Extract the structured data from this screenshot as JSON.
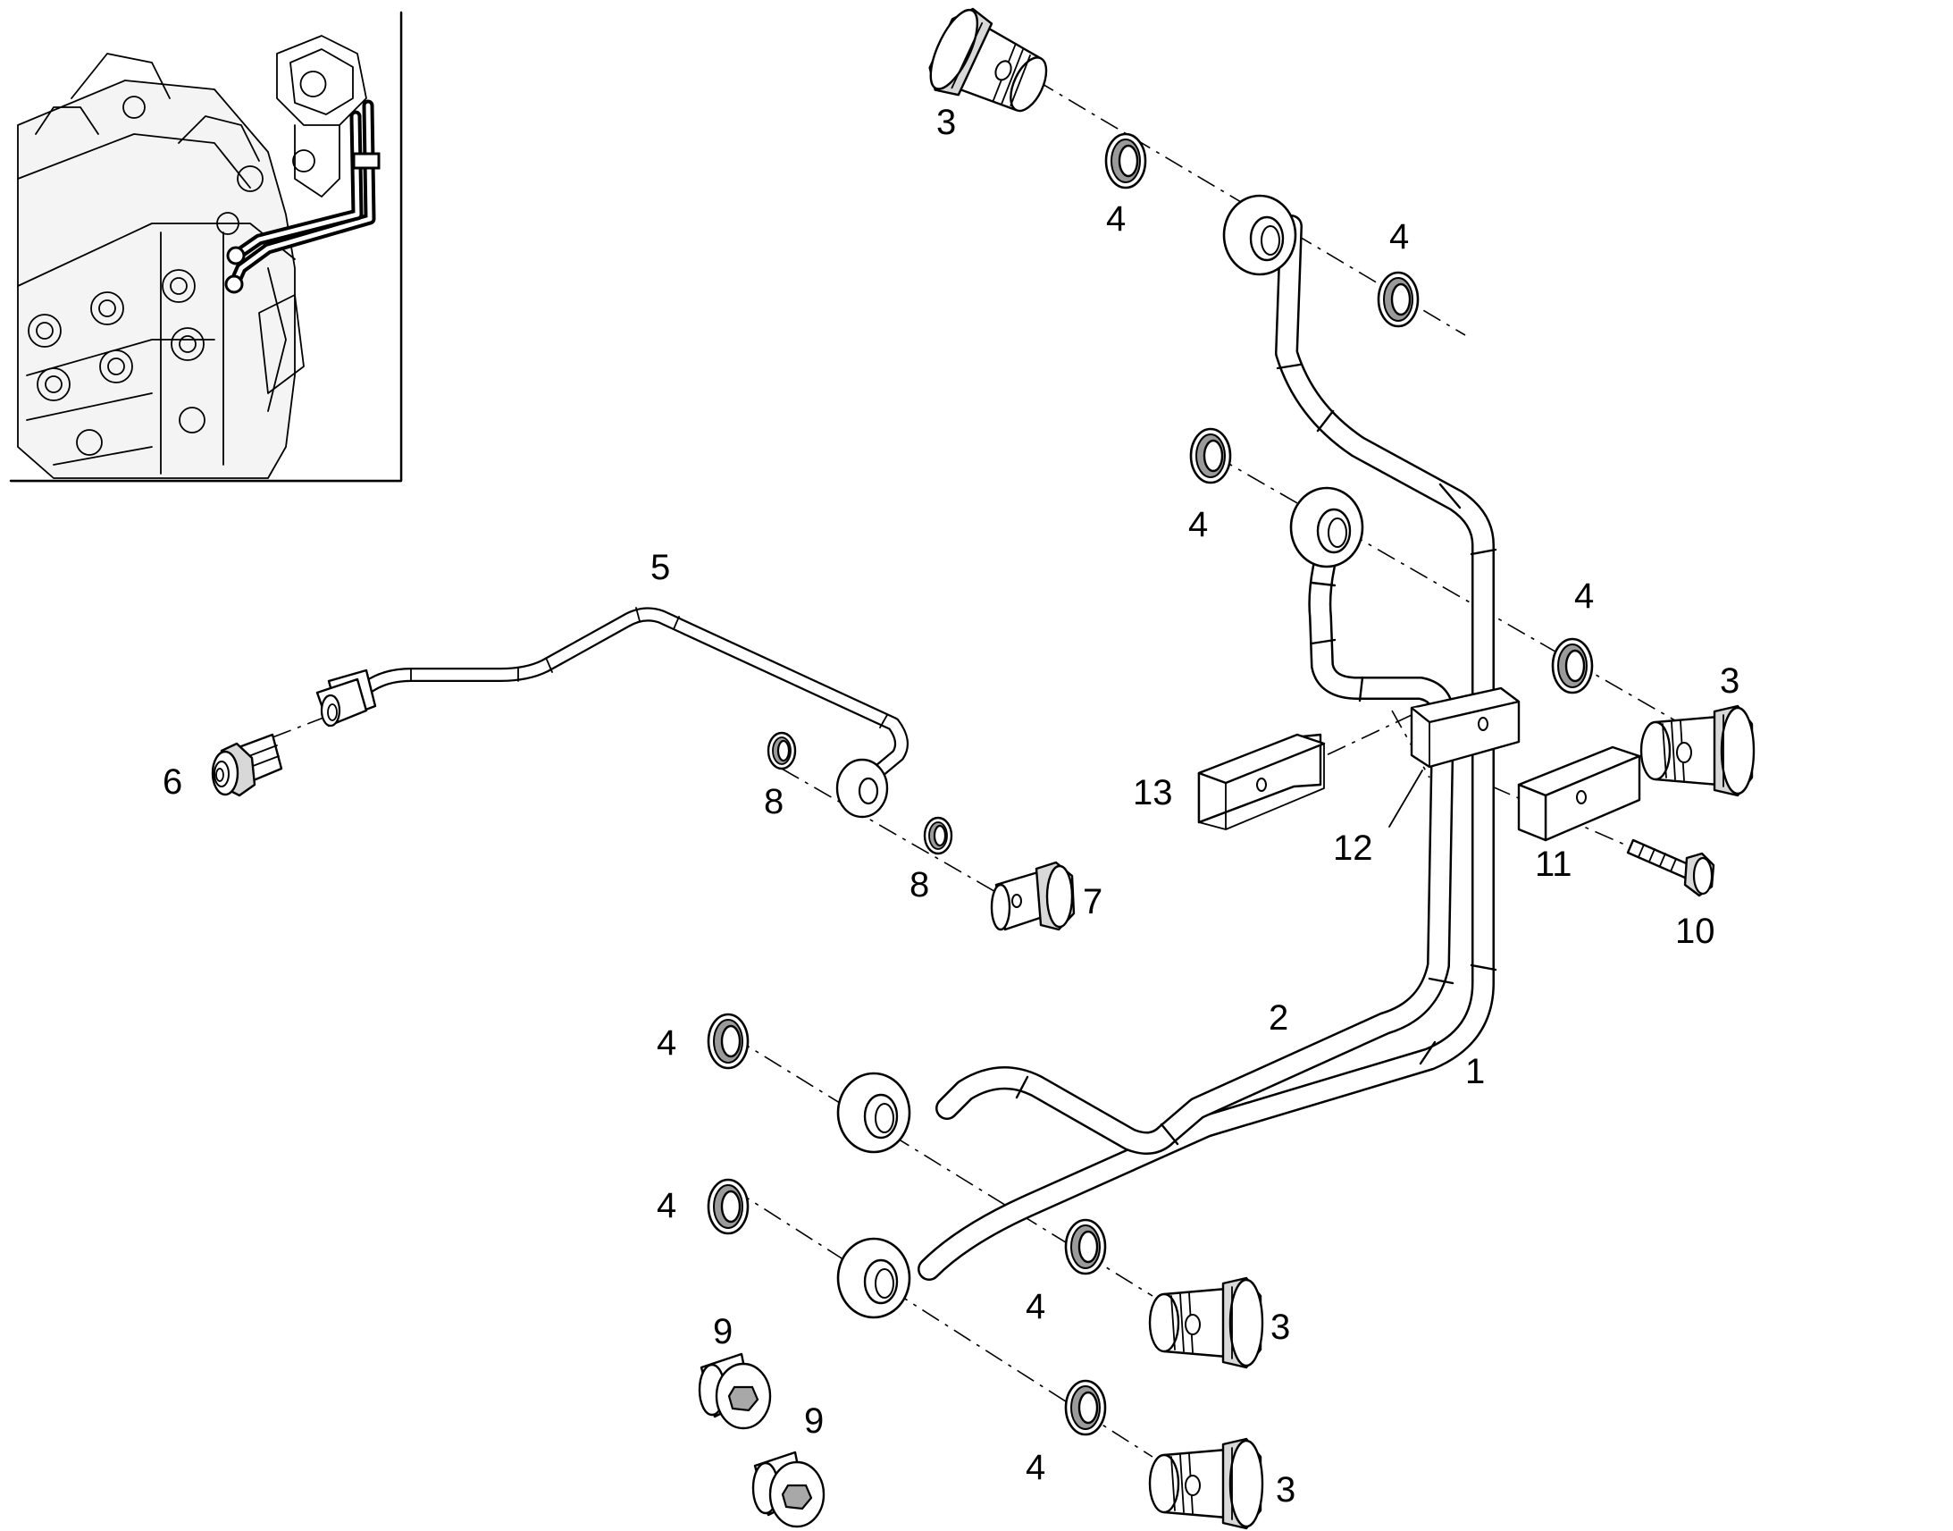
{
  "callouts": [
    {
      "id": "c-3a",
      "text": "3"
    },
    {
      "id": "c-4a",
      "text": "4"
    },
    {
      "id": "c-4b",
      "text": "4"
    },
    {
      "id": "c-4c",
      "text": "4"
    },
    {
      "id": "c-4d",
      "text": "4"
    },
    {
      "id": "c-3b",
      "text": "3"
    },
    {
      "id": "c-5",
      "text": "5"
    },
    {
      "id": "c-6",
      "text": "6"
    },
    {
      "id": "c-8a",
      "text": "8"
    },
    {
      "id": "c-8b",
      "text": "8"
    },
    {
      "id": "c-7",
      "text": "7"
    },
    {
      "id": "c-13",
      "text": "13"
    },
    {
      "id": "c-12",
      "text": "12"
    },
    {
      "id": "c-11",
      "text": "11"
    },
    {
      "id": "c-10",
      "text": "10"
    },
    {
      "id": "c-2",
      "text": "2"
    },
    {
      "id": "c-1",
      "text": "1"
    },
    {
      "id": "c-4e",
      "text": "4"
    },
    {
      "id": "c-4f",
      "text": "4"
    },
    {
      "id": "c-4g",
      "text": "4"
    },
    {
      "id": "c-3c",
      "text": "3"
    },
    {
      "id": "c-9a",
      "text": "9"
    },
    {
      "id": "c-9b",
      "text": "9"
    },
    {
      "id": "c-4h",
      "text": "4"
    },
    {
      "id": "c-3d",
      "text": "3"
    }
  ]
}
